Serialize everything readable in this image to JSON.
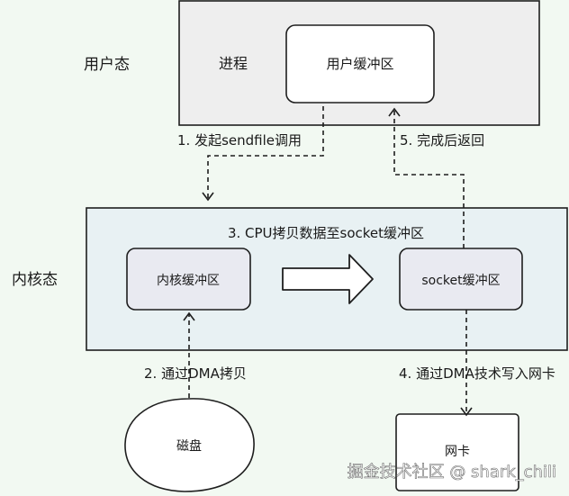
{
  "zones": {
    "user_mode_label": "用户态",
    "kernel_mode_label": "内核态"
  },
  "nodes": {
    "process_label": "进程",
    "user_buffer": "用户缓冲区",
    "kernel_buffer": "内核缓冲区",
    "socket_buffer": "socket缓冲区",
    "disk": "磁盘",
    "nic": "网卡"
  },
  "edges": {
    "step1": "1. 发起sendfile调用",
    "step2": "2. 通过DMA拷贝",
    "step3": "3. CPU拷贝数据至socket缓冲区",
    "step4": "4. 通过DMA技术写入网卡",
    "step5": "5. 完成后返回"
  },
  "watermark": "掘金技术社区 @ shark_chili"
}
